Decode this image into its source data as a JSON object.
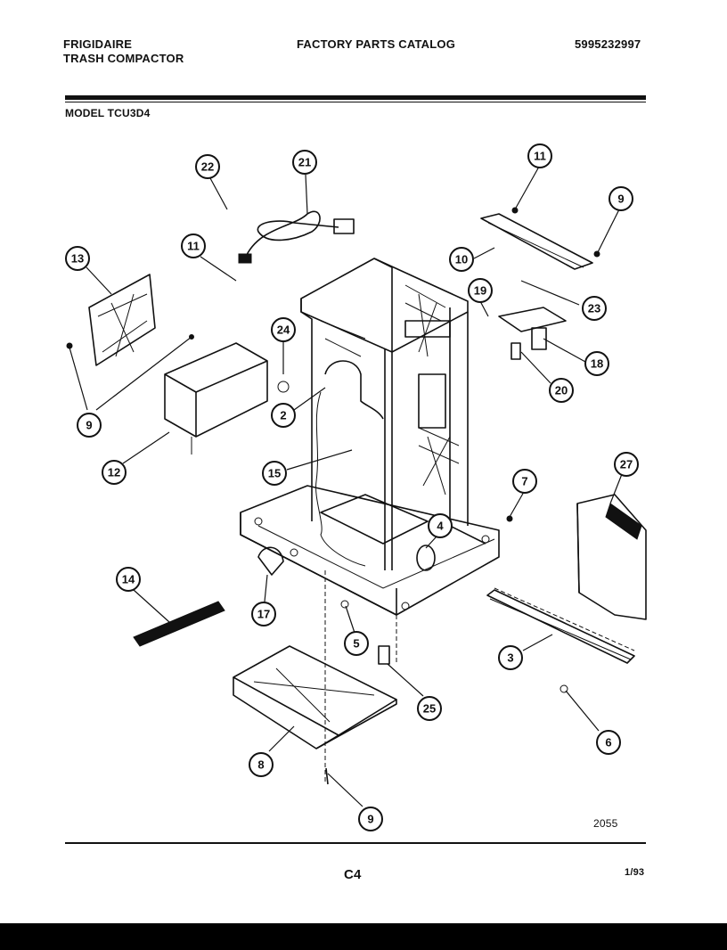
{
  "header": {
    "brand": "FRIGIDAIRE",
    "product": "TRASH COMPACTOR",
    "catalog_title": "FACTORY PARTS CATALOG",
    "catalog_number": "5995232997",
    "model_label": "MODEL TCU3D4"
  },
  "footer": {
    "drawing_number": "2055",
    "page_code": "C4",
    "date_code": "1/93"
  },
  "callouts": [
    "22",
    "21",
    "11",
    "9",
    "10",
    "13",
    "11",
    "19",
    "23",
    "24",
    "18",
    "20",
    "9",
    "2",
    "12",
    "15",
    "7",
    "27",
    "4",
    "14",
    "17",
    "5",
    "3",
    "25",
    "6",
    "8",
    "9"
  ]
}
